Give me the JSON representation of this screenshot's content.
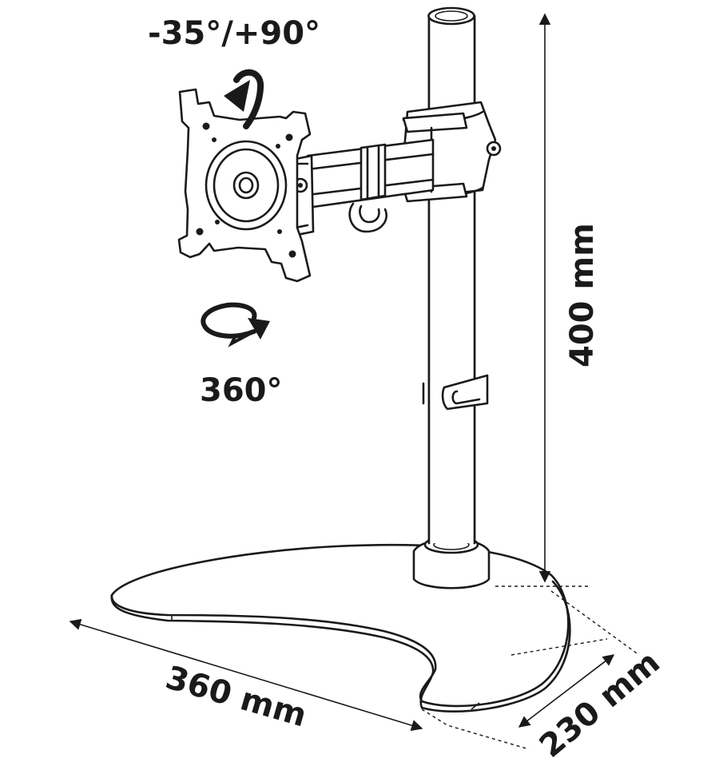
{
  "labels": {
    "tilt_range": "-35°/+90°",
    "rotation": "360°",
    "height": "400 mm",
    "width": "360 mm",
    "depth": "230 mm"
  },
  "colors": {
    "line": "#1a1a1a",
    "background": "#ffffff"
  },
  "icons": {
    "tilt": "curved-arrow-icon",
    "rotate": "rotate-arrow-icon"
  }
}
